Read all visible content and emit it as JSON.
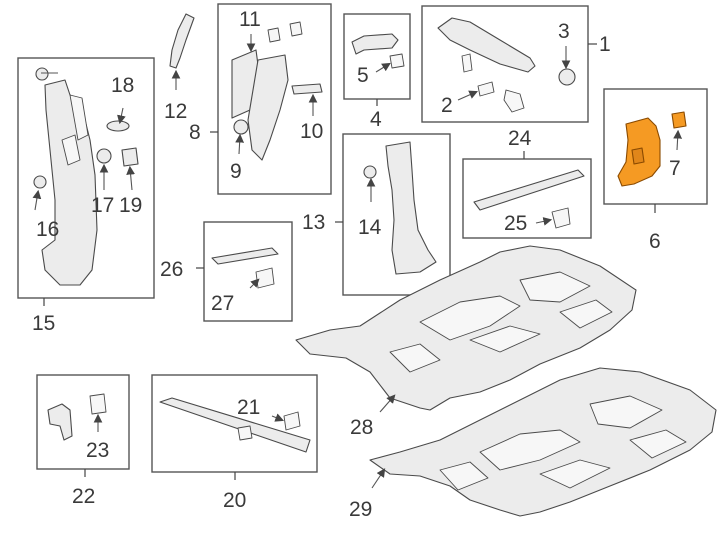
{
  "labels": {
    "n1": "1",
    "n2": "2",
    "n3": "3",
    "n4": "4",
    "n5": "5",
    "n6": "6",
    "n7": "7",
    "n8": "8",
    "n9": "9",
    "n10": "10",
    "n11": "11",
    "n12": "12",
    "n13": "13",
    "n14": "14",
    "n15": "15",
    "n16": "16",
    "n17": "17",
    "n18": "18",
    "n19": "19",
    "n20": "20",
    "n21": "21",
    "n22": "22",
    "n23": "23",
    "n24": "24",
    "n25": "25",
    "n26": "26",
    "n27": "27",
    "n28": "28",
    "n29": "29"
  },
  "colors": {
    "highlight": "#f59a23",
    "line": "#4a4a4a"
  }
}
